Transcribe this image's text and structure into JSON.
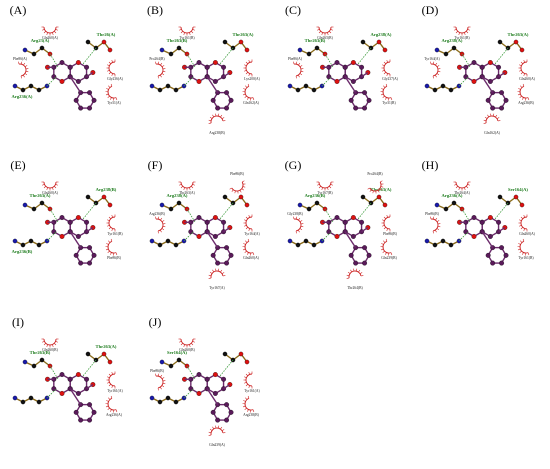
{
  "colors": {
    "carbon": "#2a0a2a",
    "carbon_ring": "#5a1a5a",
    "oxygen": "#dd1111",
    "nitrogen": "#1a1aaa",
    "fluorine": "#dd66dd",
    "chain_carbon": "#111111",
    "hbond": "#3a9a3a",
    "hydrophobic_arc": "#cc2222",
    "residue_green": "#1a7a1a"
  },
  "panels": [
    {
      "id": "A",
      "label": "(A)",
      "green": [
        "Arg23(A)",
        "Thr26(A)",
        "Arg236(A)"
      ],
      "black": [
        "Gln260(A)",
        "Gly236(A)",
        "Tyr31(A)",
        "Phe86(A)"
      ]
    },
    {
      "id": "B",
      "label": "(B)",
      "green": [
        "Thr263(B)",
        "Thr263(A)"
      ],
      "black": [
        "Tyr161(B)",
        "Lys200(A)",
        "Gln162(A)",
        "Pro264(B)",
        "Arg238(B)"
      ]
    },
    {
      "id": "C",
      "label": "(C)",
      "green": [
        "Thr263(B)",
        "Arg238(A)"
      ],
      "black": [
        "Gln265(B)",
        "Gly237(A)",
        "Tyr31(B)",
        "Phe86(A)"
      ]
    },
    {
      "id": "D",
      "label": "(D)",
      "green": [
        "Arg238(A)",
        "Thr263(A)"
      ],
      "black": [
        "Tyr161(B)",
        "Gln260(A)",
        "Arg236(B)",
        "Tyr164(A)",
        "Gln162(A)"
      ]
    },
    {
      "id": "E",
      "label": "(E)",
      "green": [
        "Thr263(A)",
        "Arg238(B)",
        "Arg236(B)"
      ],
      "black": [
        "Gln260(A)",
        "Tyr161(B)",
        "Phe86(B)"
      ]
    },
    {
      "id": "F",
      "label": "(F)",
      "green": [
        "Arg238(A)"
      ],
      "black": [
        "Thr263(A)",
        "Tyr164(A)",
        "Gln260(A)",
        "Arg236(B)",
        "Tyr167(A)",
        "Phe86(B)"
      ]
    },
    {
      "id": "G",
      "label": "(G)",
      "green": [
        "Arg236(B)",
        "Thr263(A)"
      ],
      "black": [
        "Tyr167(B)",
        "Phe86(B)",
        "Gln239(B)",
        "Gly238(B)",
        "Thr264(B)",
        "Pro264(B)"
      ]
    },
    {
      "id": "H",
      "label": "(H)",
      "green": [
        "Arg236(A)",
        "Ser164(A)"
      ],
      "black": [
        "Thr264(A)",
        "Gln260(A)",
        "Tyr161(B)",
        "Phe86(B)"
      ]
    },
    {
      "id": "I",
      "label": "(I)",
      "green": [
        "Thr263(B)",
        "Thr263(A)"
      ],
      "black": [
        "Gln260(B)",
        "Tyr161(A)",
        "Arg236(A)"
      ]
    },
    {
      "id": "J",
      "label": "(J)",
      "green": [
        "Ser164(A)"
      ],
      "black": [
        "Gln260(B)",
        "Tyr161(A)",
        "Arg238(B)",
        "Phe86(B)",
        "Gln239(A)"
      ]
    }
  ]
}
